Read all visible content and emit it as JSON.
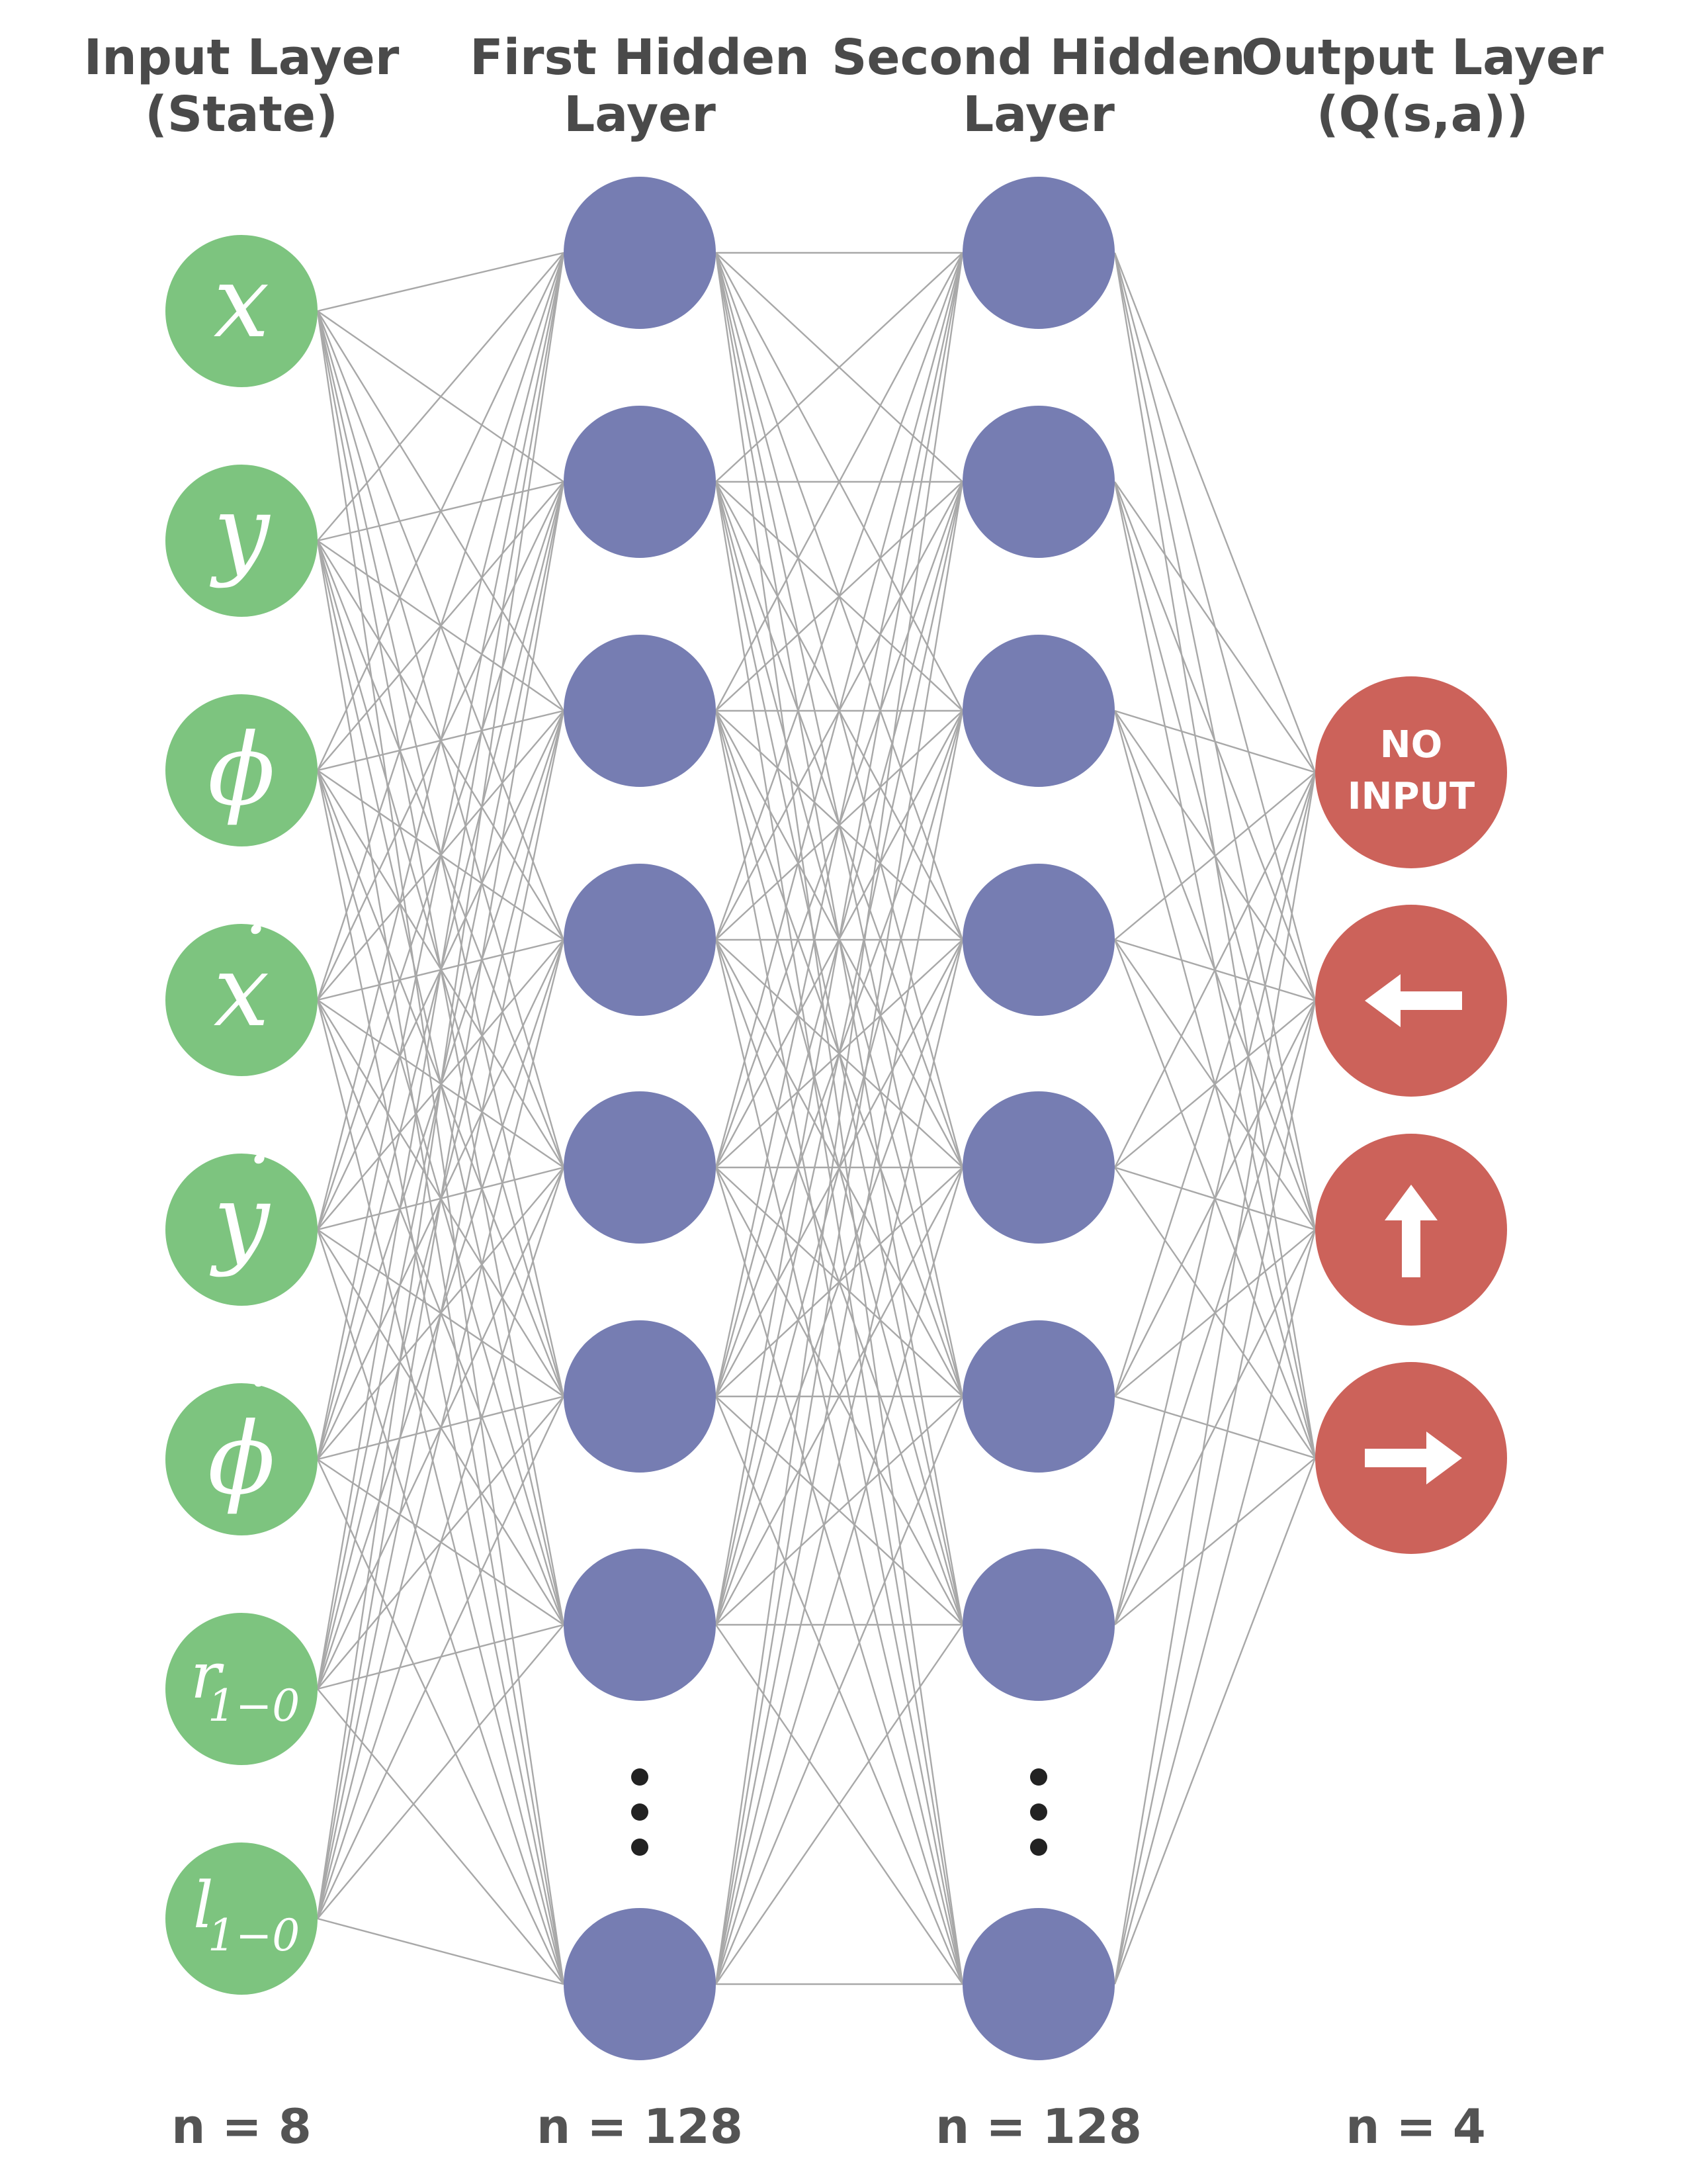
{
  "colors": {
    "input_node": "#7dc47f",
    "hidden_node": "#767db2",
    "output_node": "#cc625a",
    "edge": "#a8a8a8",
    "title_text": "#4a4a4a",
    "count_text": "#545454"
  },
  "layers": [
    {
      "id": "input",
      "title_lines": [
        "Input Layer",
        "(State)"
      ],
      "count_label": "n = 8",
      "nodes": [
        {
          "label": "x",
          "accent": ""
        },
        {
          "label": "y",
          "accent": ""
        },
        {
          "label": "ϕ",
          "accent": ""
        },
        {
          "label": "x",
          "accent": "˙"
        },
        {
          "label": "y",
          "accent": "˙"
        },
        {
          "label": "ϕ",
          "accent": "˙"
        },
        {
          "label": "r",
          "subscript": "1−0"
        },
        {
          "label": "l",
          "subscript": "1−0"
        }
      ]
    },
    {
      "id": "hidden1",
      "title_lines": [
        "First Hidden",
        "Layer"
      ],
      "count_label": "n = 128",
      "node_count_shown": 8,
      "ellipsis_icon": "vertical-ellipsis"
    },
    {
      "id": "hidden2",
      "title_lines": [
        "Second Hidden",
        "Layer"
      ],
      "count_label": "n = 128",
      "node_count_shown": 8,
      "ellipsis_icon": "vertical-ellipsis"
    },
    {
      "id": "output",
      "title_lines": [
        "Output Layer",
        "(Q(s,a))"
      ],
      "count_label": "n = 4",
      "nodes": [
        {
          "label_lines": [
            "NO",
            "INPUT"
          ],
          "icon": ""
        },
        {
          "label_lines": [],
          "icon": "arrow-left-icon"
        },
        {
          "label_lines": [],
          "icon": "arrow-up-icon"
        },
        {
          "label_lines": [],
          "icon": "arrow-right-icon"
        }
      ]
    }
  ]
}
